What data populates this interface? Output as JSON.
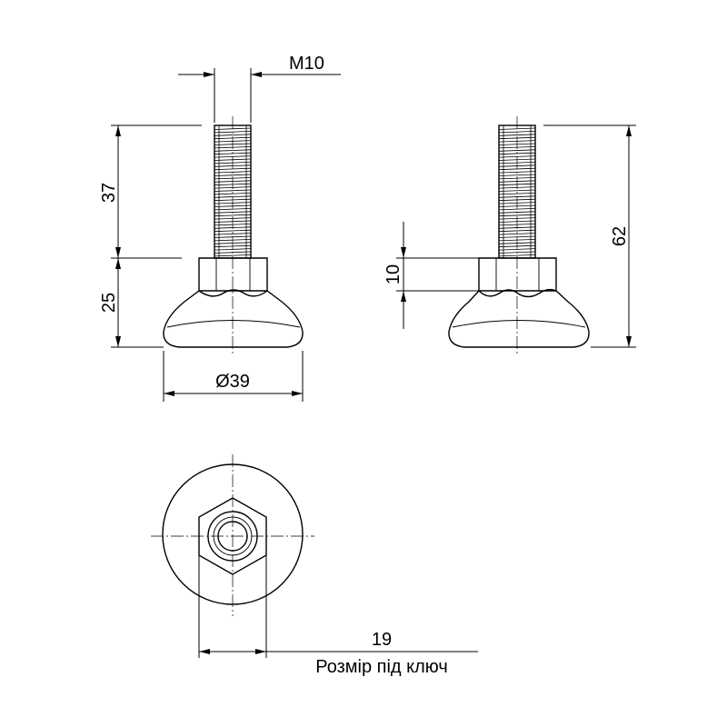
{
  "dimensions": {
    "thread": "M10",
    "stud_length": "37",
    "base_height": "25",
    "base_diameter": "Ø39",
    "hex_height": "10",
    "total_height": "62",
    "wrench_size": "19"
  },
  "caption": "Розмір під ключ"
}
